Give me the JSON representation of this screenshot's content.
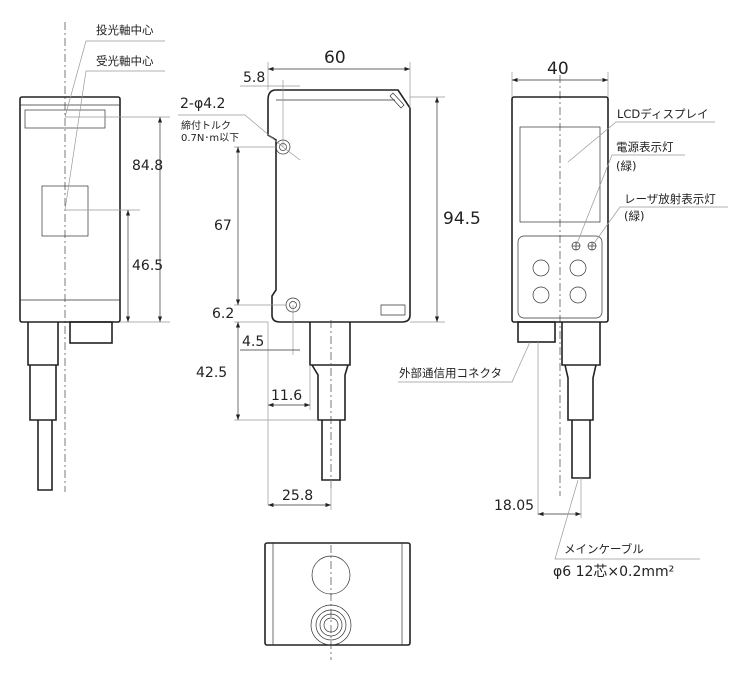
{
  "labels": {
    "emitter_axis": "投光軸中心",
    "receiver_axis": "受光軸中心",
    "lcd_display": "LCDディスプレイ",
    "power_indicator": "電源表示灯",
    "power_indicator_color": "(緑)",
    "laser_indicator": "レーザ放射表示灯",
    "laser_indicator_color": "(緑)",
    "ext_connector": "外部通信用コネクタ",
    "main_cable": "メインケーブル",
    "cable_spec": "φ6 12芯×0.2mm²",
    "mount_holes": "2-φ4.2",
    "torque_label": "締付トルク",
    "torque_value": "0.7N･m以下"
  },
  "dimensions": {
    "width_side": "60",
    "width_front": "40",
    "height": "94.5",
    "d_84_8": "84.8",
    "d_46_5": "46.5",
    "d_5_8": "5.8",
    "d_67": "67",
    "d_6_2": "6.2",
    "d_4_5": "4.5",
    "d_42_5": "42.5",
    "d_11_6": "11.6",
    "d_25_8": "25.8",
    "d_18_05": "18.05"
  }
}
